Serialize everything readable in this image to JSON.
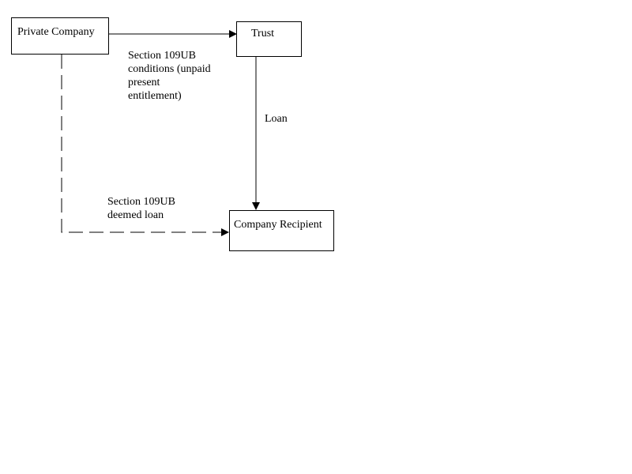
{
  "diagram": {
    "nodes": {
      "private_company": "Private Company",
      "trust": "Trust",
      "company_recipient": "Company Recipient"
    },
    "edges": {
      "section_109ub_conditions": "Section 109UB\nconditions (unpaid\npresent\nentitlement)",
      "loan": "Loan",
      "section_109ub_deemed_loan": "Section 109UB\ndeemed loan"
    }
  }
}
